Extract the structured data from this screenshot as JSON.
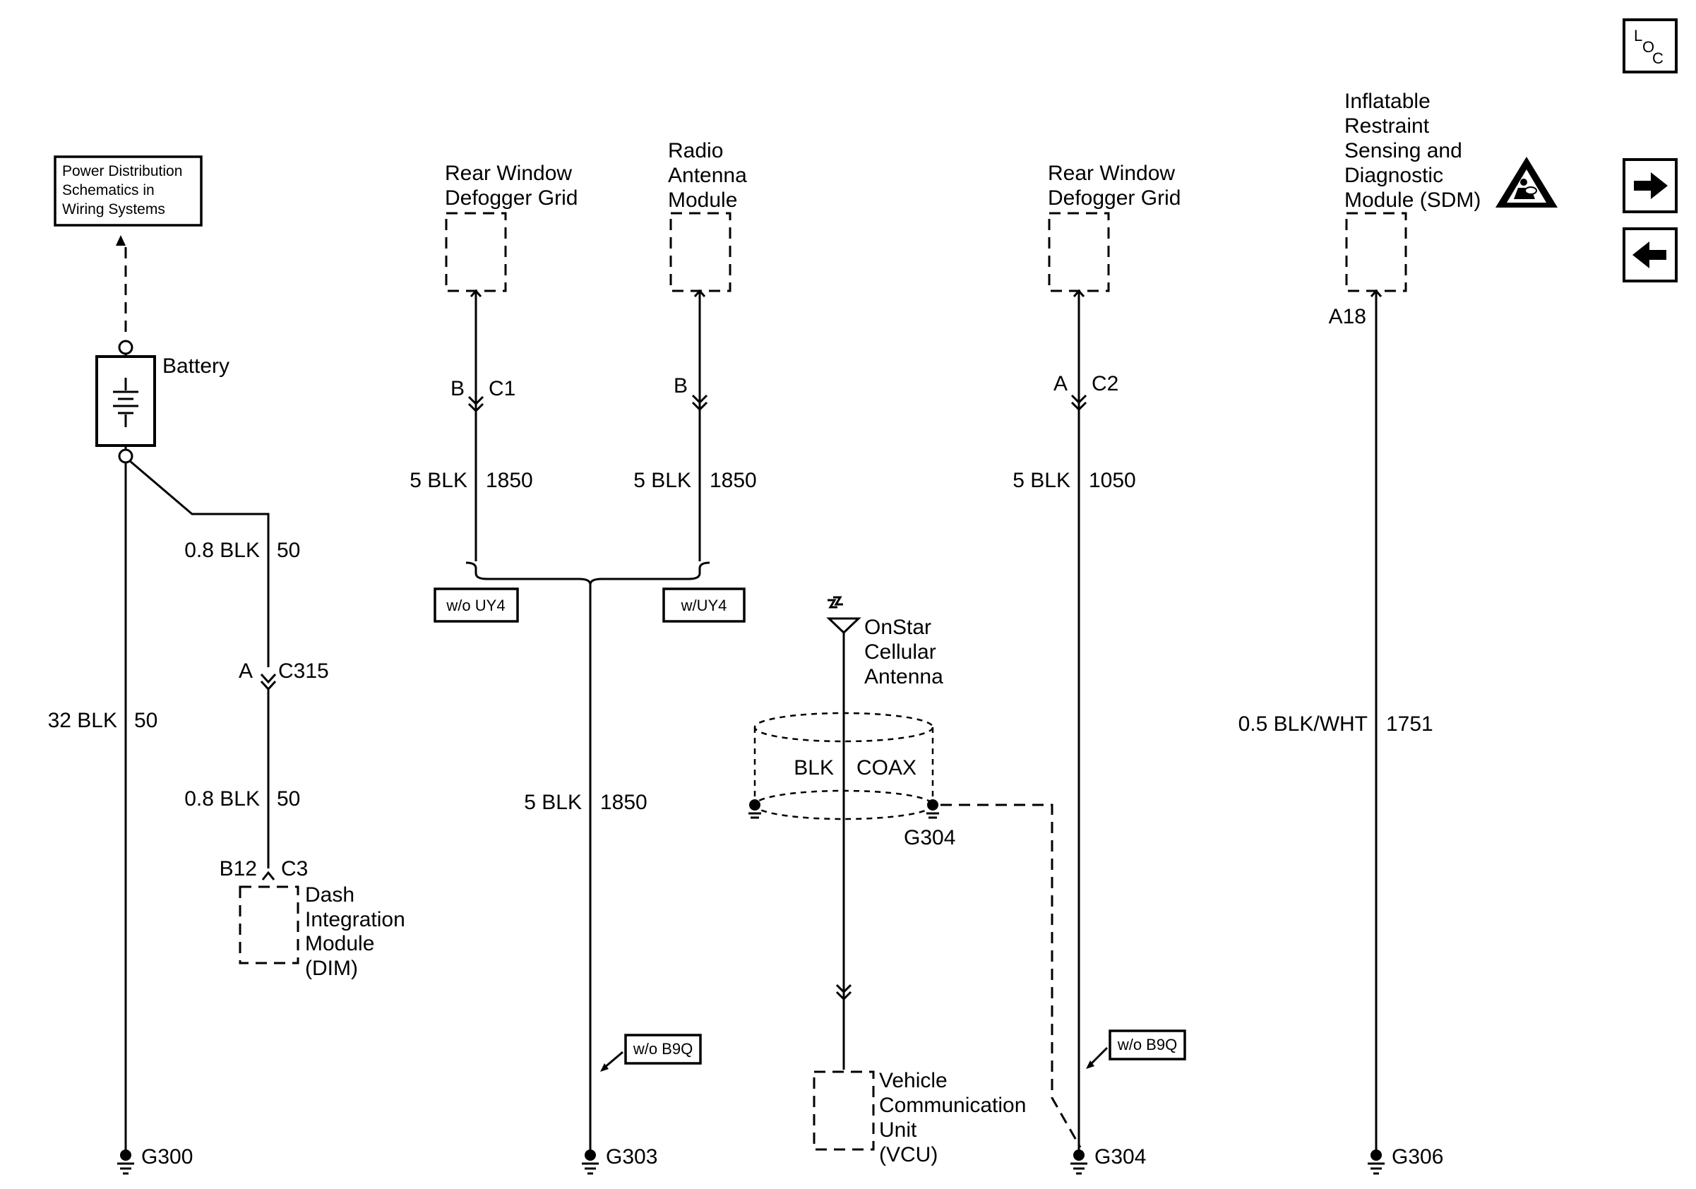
{
  "power_ref": {
    "line1": "Power Distribution",
    "line2": "Schematics in",
    "line3": "Wiring Systems"
  },
  "battery": {
    "label": "Battery"
  },
  "battery_to_dim": {
    "wire1": "0.8 BLK",
    "circuit1": "50",
    "pin": "A",
    "connector": "C315",
    "wire2": "0.8 BLK",
    "circuit2": "50",
    "dim_pin": "B12",
    "dim_connector": "C3"
  },
  "dim": {
    "line1": "Dash",
    "line2": "Integration",
    "line3": "Module",
    "line4": "(DIM)"
  },
  "battery_ground": {
    "wire": "32 BLK",
    "circuit": "50",
    "ground": "G300"
  },
  "rear_defog_left": {
    "line1": "Rear Window",
    "line2": "Defogger Grid",
    "pin": "B",
    "connector": "C1",
    "wire": "5 BLK",
    "circuit": "1850"
  },
  "radio_antenna": {
    "line1": "Radio",
    "line2": "Antenna",
    "line3": "Module",
    "pin": "B",
    "wire": "5 BLK",
    "circuit": "1850"
  },
  "options": {
    "wo_uy4": "w/o UY4",
    "w_uy4": "w/UY4",
    "wo_b9q_left": "w/o B9Q",
    "wo_b9q_right": "w/o B9Q"
  },
  "splice_ground": {
    "wire": "5 BLK",
    "circuit": "1850",
    "ground": "G303"
  },
  "onstar": {
    "line1": "OnStar",
    "line2": "Cellular",
    "line3": "Antenna",
    "wire": "BLK",
    "type": "COAX",
    "shield_ground": "G304"
  },
  "vcu": {
    "line1": "Vehicle",
    "line2": "Communication",
    "line3": "Unit",
    "line4": "(VCU)"
  },
  "rear_defog_right": {
    "line1": "Rear Window",
    "line2": "Defogger Grid",
    "pin": "A",
    "connector": "C2",
    "wire": "5 BLK",
    "circuit": "1050",
    "ground": "G304"
  },
  "sdm": {
    "line1": "Inflatable",
    "line2": "Restraint",
    "line3": "Sensing and",
    "line4": "Diagnostic",
    "line5": "Module (SDM)",
    "pin": "A18",
    "wire": "0.5 BLK/WHT",
    "circuit": "1751",
    "ground": "G306"
  },
  "loc_button": {
    "l": "L",
    "o": "O",
    "c": "C"
  },
  "icons": {
    "next": "arrow-right-icon",
    "prev": "arrow-left-icon",
    "warning": "airbag-warning-icon"
  }
}
